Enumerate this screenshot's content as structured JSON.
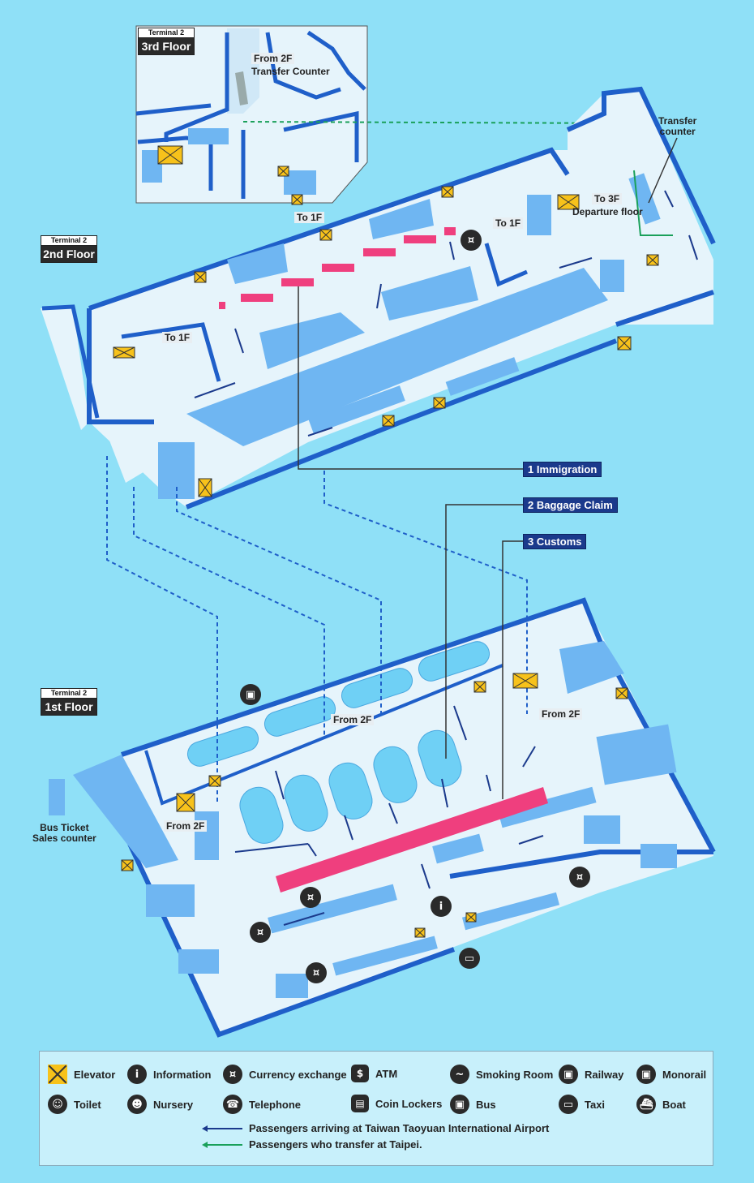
{
  "floors": {
    "third": {
      "terminal": "Terminal 2",
      "floor": "3rd Floor"
    },
    "second": {
      "terminal": "Terminal 2",
      "floor": "2nd Floor"
    },
    "first": {
      "terminal": "Terminal 2",
      "floor": "1st Floor"
    }
  },
  "labels": {
    "from2f_transfer": "From 2F",
    "transfer_counter_3f": "Transfer Counter",
    "transfer_counter_2f": "Transfer\ncounter",
    "to3f": "To 3F",
    "departure_floor": "Departure floor",
    "to1f_a": "To 1F",
    "to1f_b": "To 1F",
    "to1f_c": "To 1F",
    "from2f_a": "From 2F",
    "from2f_b": "From 2F",
    "from2f_c": "From 2F",
    "bus_ticket": "Bus Ticket\nSales counter"
  },
  "callouts": [
    {
      "num": "1",
      "text": "Immigration"
    },
    {
      "num": "2",
      "text": "Baggage Claim"
    },
    {
      "num": "3",
      "text": "Customs"
    }
  ],
  "legend": {
    "items": [
      {
        "icon": "elevator-icon",
        "label": "Elevator"
      },
      {
        "icon": "information-icon",
        "label": "Information"
      },
      {
        "icon": "currency-exchange-icon",
        "label": "Currency exchange"
      },
      {
        "icon": "atm-icon",
        "label": "ATM"
      },
      {
        "icon": "smoking-room-icon",
        "label": "Smoking Room"
      },
      {
        "icon": "railway-icon",
        "label": "Railway"
      },
      {
        "icon": "monorail-icon",
        "label": "Monorail"
      },
      {
        "icon": "toilet-icon",
        "label": "Toilet"
      },
      {
        "icon": "nursery-icon",
        "label": "Nursery"
      },
      {
        "icon": "telephone-icon",
        "label": "Telephone"
      },
      {
        "icon": "coin-lockers-icon",
        "label": "Coin Lockers"
      },
      {
        "icon": "bus-icon",
        "label": "Bus"
      },
      {
        "icon": "taxi-icon",
        "label": "Taxi"
      },
      {
        "icon": "boat-icon",
        "label": "Boat"
      }
    ],
    "arriving": "Passengers arriving at Taiwan Taoyuan International Airport",
    "transfer": "Passengers who transfer at Taipei."
  },
  "colors": {
    "background": "#8fe0f7",
    "floor": "#e6f4fb",
    "wall": "#1f5fc9",
    "block": "#6fb6f2",
    "counter": "#ef3f7e",
    "elevator": "#f7c21b",
    "arrival_route": "#1b3a8c",
    "transfer_route": "#1aa05a"
  }
}
